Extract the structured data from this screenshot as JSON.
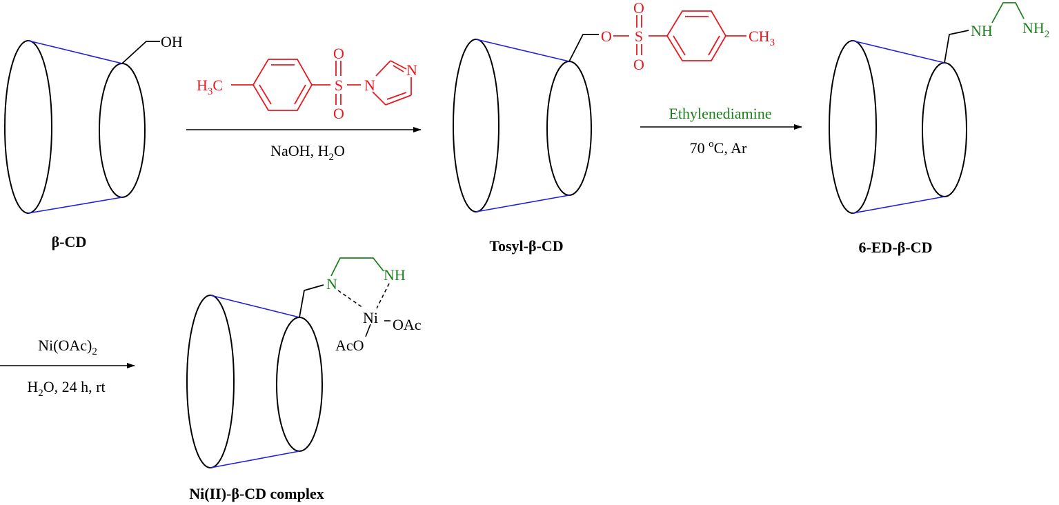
{
  "colors": {
    "black": "#000000",
    "rim": "#1f1fe0",
    "tosyl": "#e8191f",
    "amine": "#1e7f1e"
  },
  "compounds": {
    "beta_cd": "β-CD",
    "tosyl_cd": "Tosyl-β-CD",
    "ed_cd": "6-ED-β-CD",
    "ni_complex": "Ni(II)-β-CD complex"
  },
  "groups": {
    "oh": "OH",
    "o": "O",
    "s": "S",
    "n": "N",
    "nh": "NH",
    "nh2_main": "NH",
    "nh2_sub": "2",
    "h3c_main": "H",
    "h3c_sub": "3",
    "h3c_tail": "C",
    "ch3_main": "CH",
    "ch3_sub": "3",
    "ni": "Ni",
    "oac": "OAc",
    "aco": "AcO"
  },
  "steps": {
    "step1_reagent_main": "NaOH, H",
    "step1_reagent_sub": "2",
    "step1_reagent_tail": "O",
    "step2_reagent": "Ethylenediamine",
    "step2_cond_main": "70 ",
    "step2_cond_sup": "o",
    "step2_cond_tail": "C, Ar",
    "step3_reagent_main": "Ni(OAc)",
    "step3_reagent_sub": "2",
    "step3_cond_main": "H",
    "step3_cond_sub": "2",
    "step3_cond_tail": "O, 24 h, rt"
  }
}
